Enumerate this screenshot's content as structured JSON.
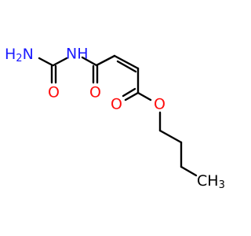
{
  "molecule": {
    "atoms": {
      "amine": {
        "element": "N",
        "text": "H2N",
        "main": "H",
        "sub": "2",
        "tail": "N"
      },
      "imide": {
        "element": "N",
        "text": "NH"
      },
      "urea_oxygen": {
        "element": "O",
        "text": "O"
      },
      "amide_oxygen": {
        "element": "O",
        "text": "O"
      },
      "carbonyl_oxygen": {
        "element": "O",
        "text": "O"
      },
      "ester_oxygen": {
        "element": "O",
        "text": "O"
      },
      "methyl": {
        "element": "C",
        "text": "CH3",
        "main": "CH",
        "sub": "3"
      }
    },
    "colors": {
      "bond": "#000000",
      "nitrogen": "#1a1aff",
      "oxygen": "#ff0d0d",
      "background": "#ffffff"
    }
  }
}
